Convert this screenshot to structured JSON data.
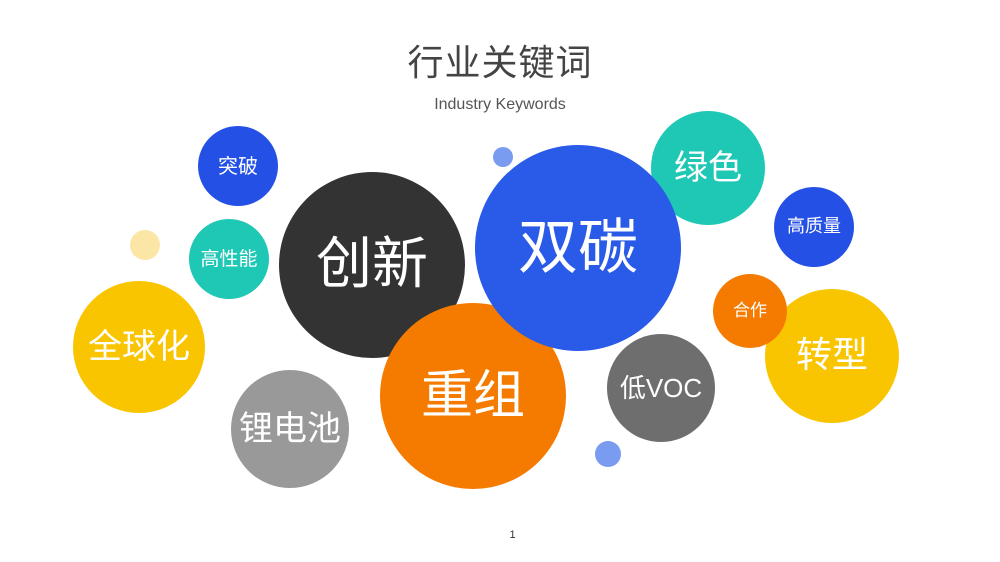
{
  "slide": {
    "title": "行业关键词",
    "subtitle": "Industry Keywords",
    "page_number": "1"
  },
  "keywords": [
    {
      "id": "tupo",
      "label": "突破",
      "color": "#2450e6"
    },
    {
      "id": "gaoxingneng",
      "label": "高性能",
      "color": "#1fc7b5"
    },
    {
      "id": "chuangxin",
      "label": "创新",
      "color": "#333333"
    },
    {
      "id": "shuangtan",
      "label": "双碳",
      "color": "#2a5ae8"
    },
    {
      "id": "lvse",
      "label": "绿色",
      "color": "#1fc7b5"
    },
    {
      "id": "gaozhiliang",
      "label": "高质量",
      "color": "#2450e6"
    },
    {
      "id": "quanqiuhua",
      "label": "全球化",
      "color": "#f9c400"
    },
    {
      "id": "zhongzu",
      "label": "重组",
      "color": "#f57b00"
    },
    {
      "id": "divoc",
      "label": "低VOC",
      "color": "#6e6e6e"
    },
    {
      "id": "hezuo",
      "label": "合作",
      "color": "#f57b00"
    },
    {
      "id": "zhuanxing",
      "label": "转型",
      "color": "#f9c400"
    },
    {
      "id": "lidianchi",
      "label": "锂电池",
      "color": "#999999"
    }
  ],
  "decorative_dots": [
    {
      "id": "blue-dot-top",
      "color": "#7a9cf0"
    },
    {
      "id": "yellow-dot-left",
      "color": "#fbe6a6"
    },
    {
      "id": "blue-dot-bottom",
      "color": "#7a9cf0"
    }
  ]
}
